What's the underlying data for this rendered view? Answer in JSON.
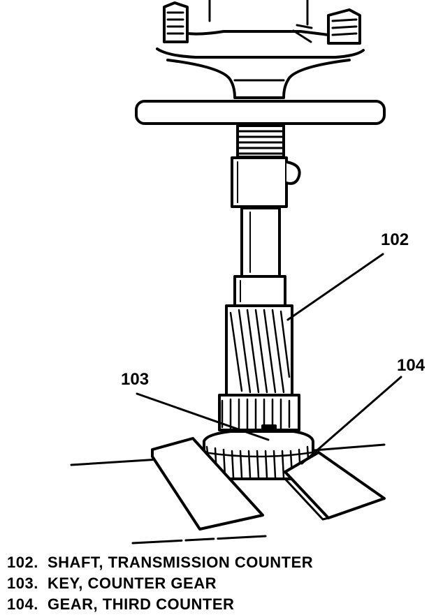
{
  "callouts": {
    "c102": "102",
    "c103": "103",
    "c104": "104"
  },
  "legend": [
    {
      "number": "102.",
      "text": "SHAFT, TRANSMISSION COUNTER"
    },
    {
      "number": "103.",
      "text": "KEY, COUNTER GEAR"
    },
    {
      "number": "104.",
      "text": "GEAR, THIRD COUNTER"
    }
  ]
}
